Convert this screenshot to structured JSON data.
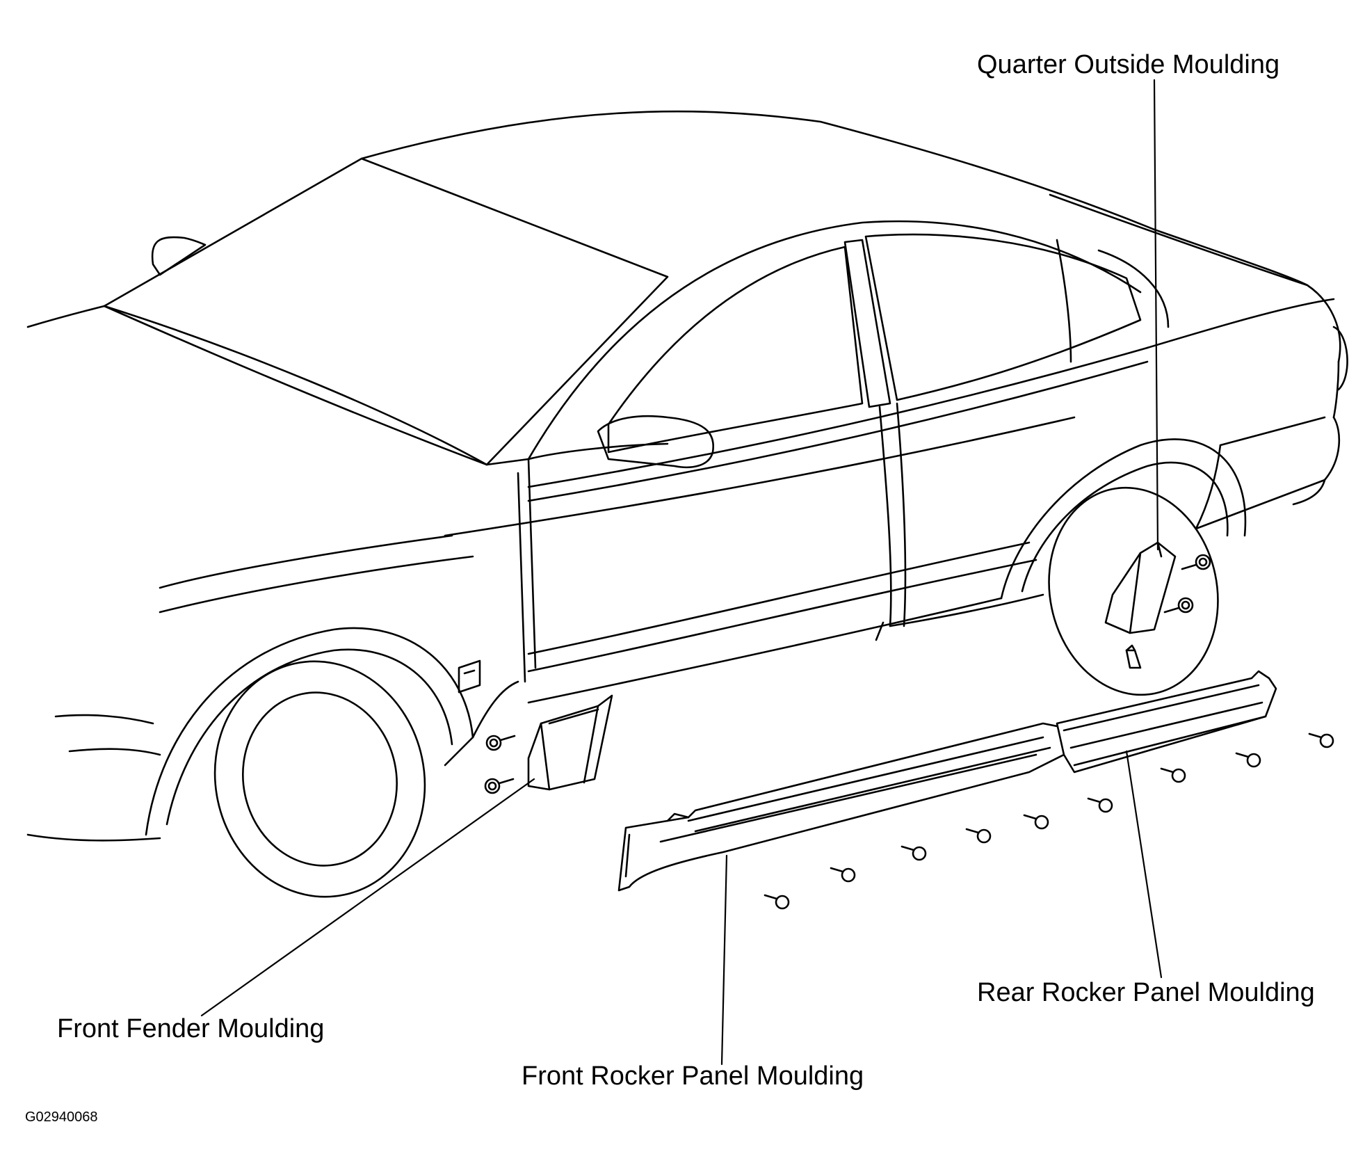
{
  "labels": {
    "quarter_outside_moulding": "Quarter Outside Moulding",
    "front_fender_moulding": "Front Fender Moulding",
    "front_rocker_panel_moulding": "Front Rocker Panel Moulding",
    "rear_rocker_panel_moulding": "Rear Rocker Panel Moulding"
  },
  "figure_code": "G02940068",
  "colors": {
    "line": "#000000",
    "background": "#ffffff"
  }
}
